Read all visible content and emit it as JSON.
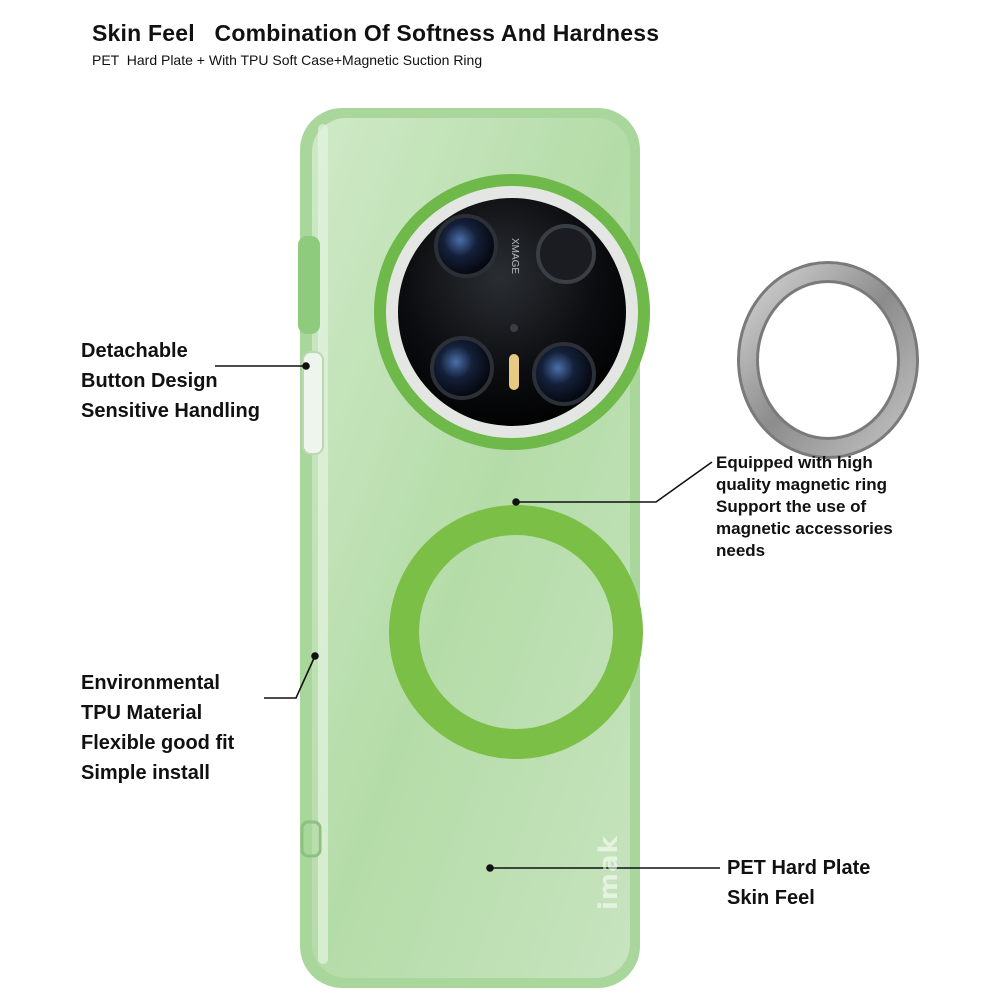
{
  "header": {
    "title": "Skin Feel   Combination Of Softness And Hardness",
    "subtitle": "PET  Hard Plate + With TPU Soft Case+Magnetic Suction Ring"
  },
  "callouts": {
    "button": [
      "Detachable",
      "Button Design",
      "Sensitive Handling"
    ],
    "material": [
      "Environmental",
      "TPU Material",
      "Flexible good fit",
      "Simple install"
    ],
    "magnetic": [
      "Equipped with high",
      "quality magnetic ring",
      "Support the use of",
      "magnetic accessories",
      "needs"
    ],
    "plate": [
      "PET Hard Plate",
      "Skin Feel"
    ]
  },
  "product": {
    "case_color": "#b9e0b0",
    "frame_color": "#9ed08f",
    "ring_color": "#7cbf46",
    "camera_ring_color": "#6fb84a",
    "metal_ring_color": "#a8a8a8",
    "camera_label": "XMAGE",
    "brand_logo": "imak"
  }
}
